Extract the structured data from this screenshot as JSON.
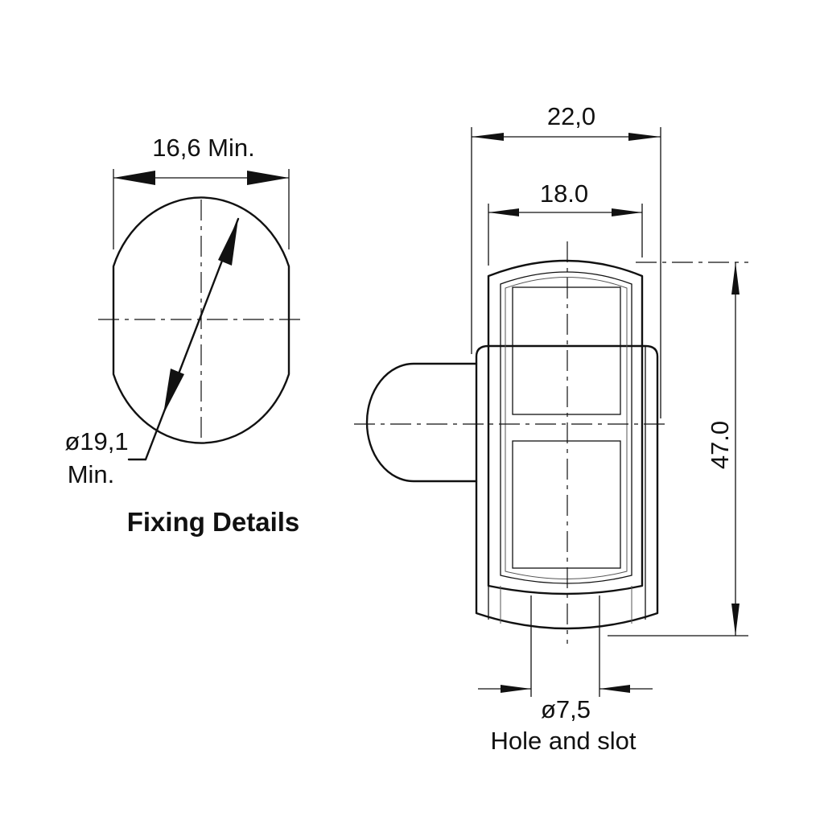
{
  "fixing_details": {
    "title": "Fixing Details",
    "width_label": "16,6 Min.",
    "diameter_label_line1": "ø19,1",
    "diameter_label_line2": "Min."
  },
  "lock_view": {
    "overall_width_label": "22,0",
    "face_width_label": "18.0",
    "height_label": "47.0",
    "hole_diameter_label": "ø7,5",
    "hole_caption": "Hole and slot"
  }
}
